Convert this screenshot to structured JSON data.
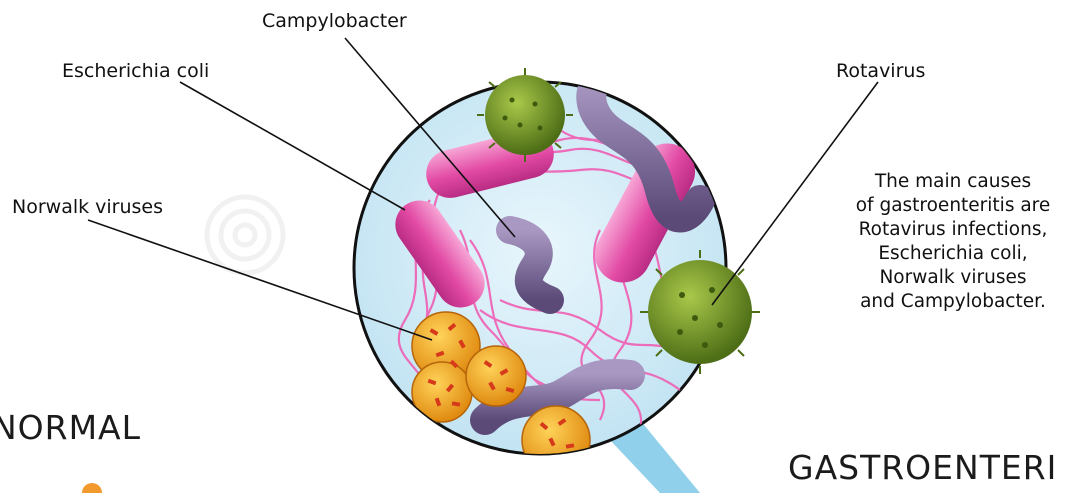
{
  "labels": {
    "campylobacter": "Campylobacter",
    "escherichia_coli": "Escherichia coli",
    "rotavirus": "Rotavirus",
    "norwalk": "Norwalk viruses"
  },
  "description": [
    "The main causes",
    "of gastroenteritis are",
    "Rotavirus infections,",
    "Escherichia coli,",
    "Norwalk viruses",
    "and Campylobacter."
  ],
  "headings": {
    "normal": "NORMAL",
    "gastro": "GASTROENTERI"
  },
  "colors": {
    "circle_fill": "#d6eef8",
    "e_coli": "#e64aa8",
    "campylobacter": "#7d6a98",
    "rotavirus": "#6b8e23",
    "norwalk": "#e8a317",
    "norwalk_spots": "#d63a1a"
  }
}
